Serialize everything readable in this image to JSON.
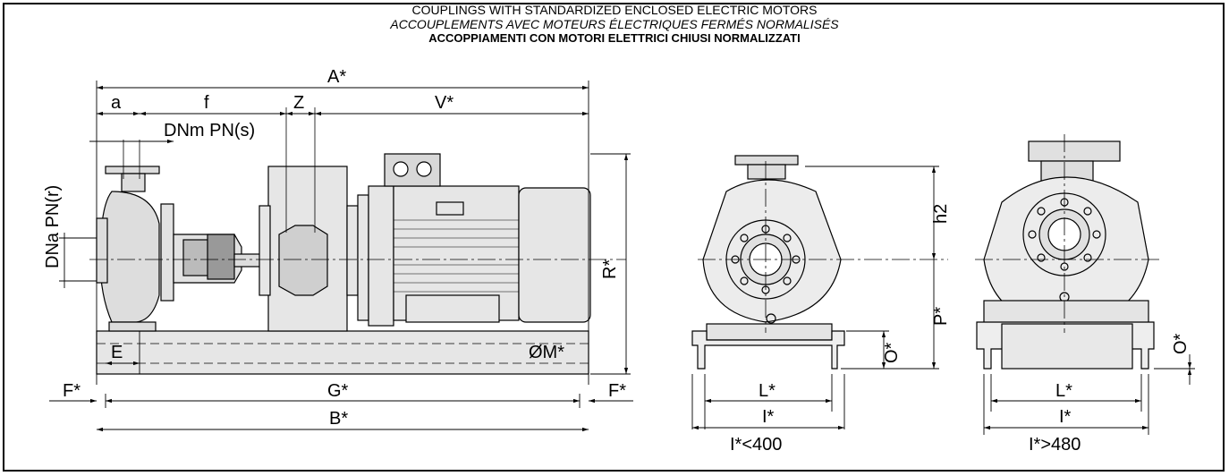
{
  "header": {
    "line_en": "COUPLINGS WITH STANDARDIZED ENCLOSED ELECTRIC MOTORS",
    "line_fr": "ACCOUPLEMENTS AVEC MOTEURS ÉLECTRIQUES FERMÉS NORMALISÉS",
    "line_it": "ACCOPPIAMENTI CON MOTORI ELETTRICI CHIUSI NORMALIZZATI"
  },
  "dims": {
    "A": "A*",
    "a": "a",
    "f": "f",
    "Z": "Z",
    "V": "V*",
    "DNm": "DNm PN(s)",
    "DNa": "DNa PN(r)",
    "R": "R*",
    "E": "E",
    "OM": "ØM*",
    "F_left": "F*",
    "G": "G*",
    "F_right": "F*",
    "B": "B*",
    "h2": "h2",
    "P": "P*",
    "O1": "O*",
    "L1": "L*",
    "I1": "I*",
    "note1": "I*<400",
    "O2": "O*",
    "L2": "L*",
    "I2": "I*",
    "note2": "I*>480"
  }
}
